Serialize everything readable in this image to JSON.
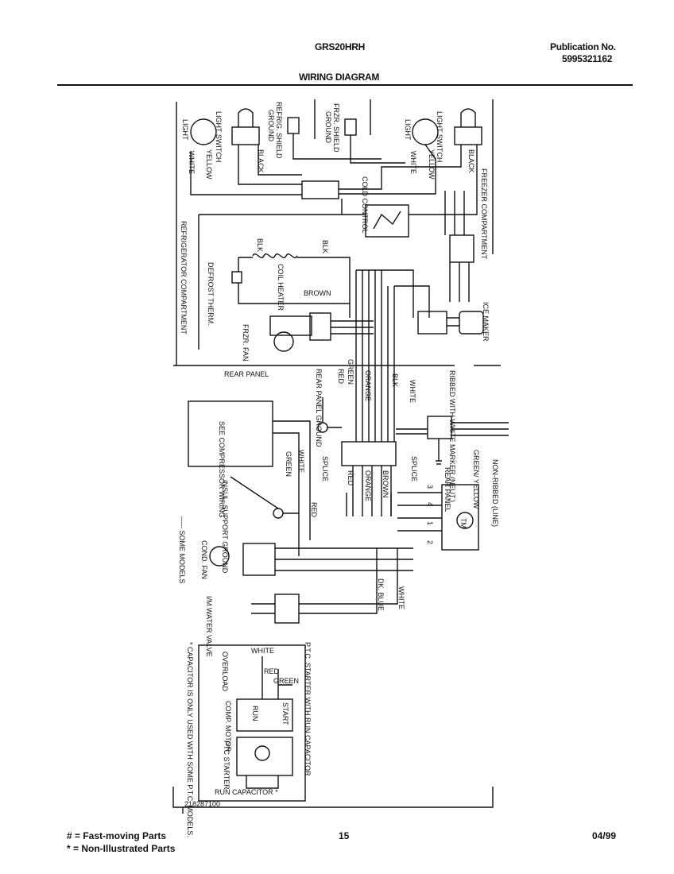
{
  "header": {
    "model": "GRS20HRH",
    "publication_label": "Publication No.",
    "publication_number": "5995321162",
    "title": "WIRING DIAGRAM"
  },
  "labels": {
    "light_left": "LIGHT",
    "light_right": "LIGHT",
    "light_switch_left": "LIGHT SWITCH",
    "light_switch_right": "LIGHT SWITCH",
    "refrig_shield": "REFRIG. SHIELD",
    "refrig_ground": "GROUND",
    "frzr_shield": "FRZR. SHIELD",
    "frzr_ground": "GROUND",
    "white": "WHITE",
    "yellow": "YELLOW",
    "black": "BLACK",
    "freezer_compartment": "FREEZER COMPARTMENT",
    "refrigerator_compartment": "REFRIGERATOR COMPARTMENT",
    "cold_control": "COLD CONTROL",
    "blk": "BLK",
    "coil_heater": "COIL HEATER",
    "defrost_therm": "DEFROST THERM.",
    "brown": "BROWN",
    "frzr_fan": "FRZR. FAN",
    "ice_maker": "ICE MAKER",
    "rear_panel": "REAR PANEL",
    "rear_panel_ground": "REAR PANEL GROUND",
    "green": "GREEN",
    "red": "RED",
    "orange": "ORANGE",
    "ribbed_with_marker": "RIBBED WITH WHITE MARKER (NEUT.)",
    "see_compressor_wiring": "SEE COMPRESSOR WIRING",
    "splice": "SPLICE",
    "rear_panel_short": "REAR PANEL",
    "green_yellow": "GREEN/ YELLOW",
    "non_ribbed": "NON-RIBBED (LINE)",
    "insul_support_ground": "INSUL. SUPPORT GROUND",
    "tm": "TM",
    "term_3": "3",
    "term_4": "4",
    "term_1": "1",
    "term_2": "2",
    "some_models": "----- SOME MODELS",
    "cond_fan": "COND. FAN",
    "dk_blue": "DK. BLUE",
    "im_water_valve": "I/M WATER VALVE",
    "ptc_starter_title": "P.T.C. STARTER WITH RUN CAPACITOR",
    "overload": "OVERLOAD",
    "start": "START",
    "run": "RUN",
    "comp_motor": "COMP. MOTOR",
    "ptc_starter": "PTC STARTER",
    "run_capacitor": "RUN CAPACITOR *",
    "capacitor_note": "* CAPACITOR IS ONLY USED WITH SOME P.T.C. MODELS.",
    "diagram_number": "218287100"
  },
  "footer": {
    "legend_fast": "# = Fast-moving Parts",
    "legend_non": "* = Non-Illustrated Parts",
    "page": "15",
    "date": "04/99"
  }
}
